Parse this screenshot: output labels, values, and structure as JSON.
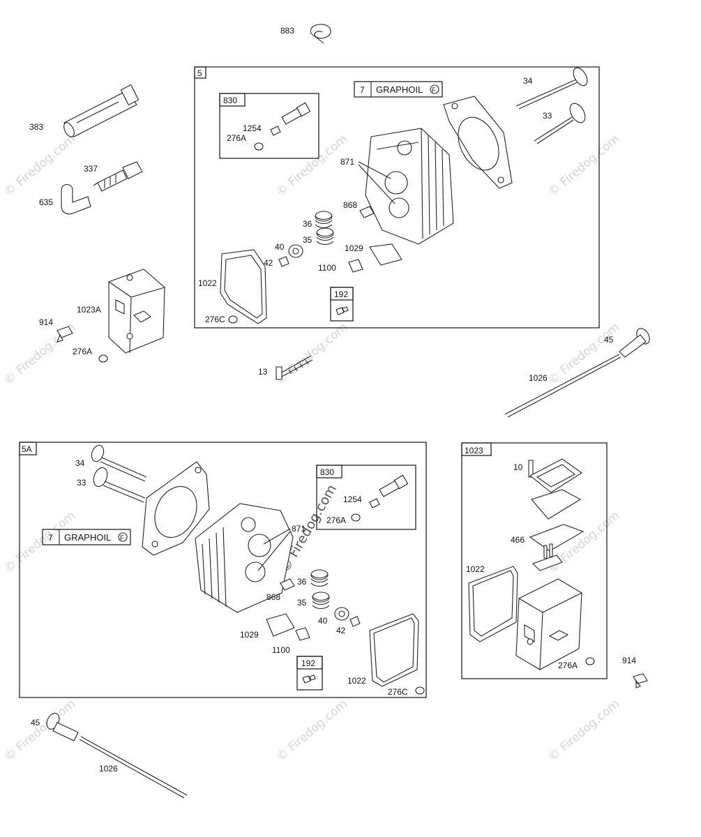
{
  "watermark": "© Firedog.com",
  "top_loose": {
    "l883": "883",
    "l383": "383",
    "l337": "337",
    "l635": "635",
    "l1023A": "1023A",
    "l914": "914",
    "l276A": "276A",
    "l13": "13",
    "l45": "45",
    "l1026": "1026"
  },
  "group5": {
    "tag": "5",
    "sub830": {
      "tag": "830",
      "l1254": "1254",
      "l276A": "276A"
    },
    "graphoil": {
      "num": "7",
      "text": "GRAPHOIL",
      "symbol": "F"
    },
    "l34": "34",
    "l33": "33",
    "l871": "871",
    "l868": "868",
    "l36": "36",
    "l35": "35",
    "l40": "40",
    "l42": "42",
    "l1029": "1029",
    "l1100": "1100",
    "l1022": "1022",
    "l276C": "276C",
    "sub192": {
      "tag": "192"
    }
  },
  "group5A": {
    "tag": "5A",
    "l34": "34",
    "l33": "33",
    "graphoil": {
      "num": "7",
      "text": "GRAPHOIL",
      "symbol": "F"
    },
    "sub830": {
      "tag": "830",
      "l1254": "1254",
      "l276A": "276A"
    },
    "l871": "871",
    "l868": "868",
    "l36": "36",
    "l35": "35",
    "l40": "40",
    "l42": "42",
    "l1029": "1029",
    "l1100": "1100",
    "l1022": "1022",
    "l276C": "276C",
    "sub192": {
      "tag": "192"
    }
  },
  "group1023": {
    "tag": "1023",
    "l10": "10",
    "l466": "466",
    "l1022": "1022",
    "l276A": "276A"
  },
  "bottom_loose": {
    "l914": "914",
    "l45": "45",
    "l1026": "1026"
  }
}
